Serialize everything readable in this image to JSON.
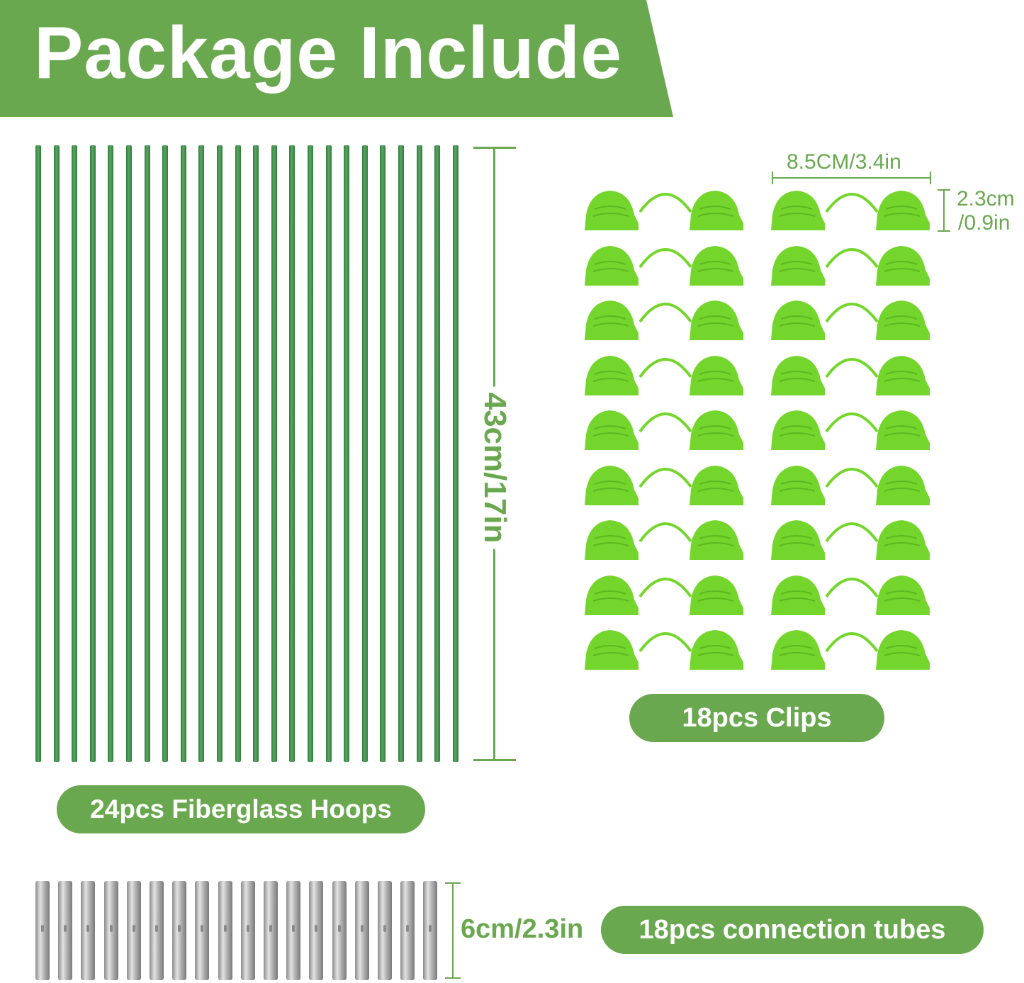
{
  "header": {
    "title": "Package Include"
  },
  "hoops": {
    "count": 24,
    "label": "24pcs Fiberglass Hoops",
    "dimension": "43cm/17in"
  },
  "clips": {
    "count": 18,
    "label": "18pcs Clips",
    "width_dimension": "8.5CM/3.4in",
    "height_dimension_line1": "2.3cm",
    "height_dimension_line2": "/0.9in"
  },
  "tubes": {
    "count": 18,
    "label": "18pcs connection tubes",
    "dimension": "6cm/2.3in"
  },
  "colors": {
    "brand_green": "#6aa84f",
    "hoop_green": "#3d8b48",
    "clip_green": "#74d62c",
    "tube_silver": "#b5b5b5",
    "background": "#ffffff"
  }
}
